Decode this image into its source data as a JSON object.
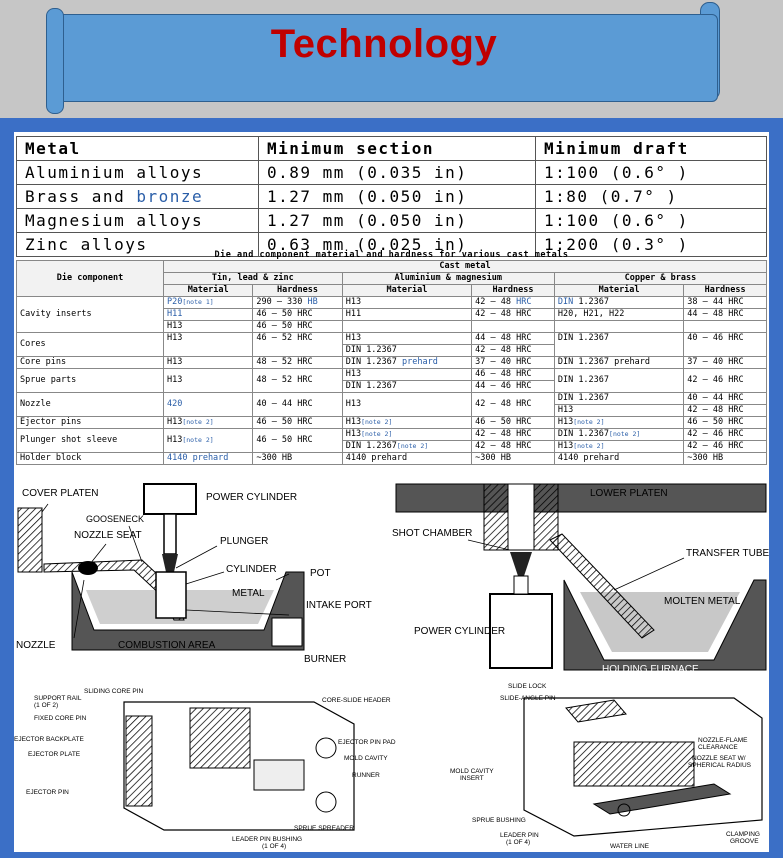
{
  "header": {
    "title": "Technology"
  },
  "section_table": {
    "headers": [
      "Metal",
      "Minimum section",
      "Minimum draft"
    ],
    "rows": [
      {
        "metal_a": "Aluminium alloys",
        "metal_b": "",
        "section": "0.89 mm (0.035 in)",
        "draft": "1:100 (0.6° )"
      },
      {
        "metal_a": "Brass and ",
        "metal_b": "bronze",
        "section": "1.27 mm (0.050 in)",
        "draft": "1:80 (0.7° )"
      },
      {
        "metal_a": "Magnesium alloys",
        "metal_b": "",
        "section": "1.27 mm (0.050 in)",
        "draft": "1:100 (0.6° )"
      },
      {
        "metal_a": "Zinc alloys",
        "metal_b": "",
        "section": "0.63 mm (0.025 in)",
        "draft": "1:200 (0.3° )"
      }
    ]
  },
  "material_table": {
    "caption": "Die and component material and hardness for various cast metals",
    "h_component": "Die component",
    "h_cast": "Cast metal",
    "groups": [
      "Tin, lead & zinc",
      "Aluminium & magnesium",
      "Copper & brass"
    ],
    "sub_material": "Material",
    "sub_hardness": "Hardness",
    "notes": {
      "note1": "[note 1]",
      "note2": "[note 2]"
    },
    "rows": [
      {
        "component": "Cavity inserts",
        "tin_mat": [
          "P20",
          "H11",
          "H13"
        ],
        "tin_hard": [
          "290 – 330 ",
          "46 – 50 HRC",
          "46 – 50 HRC"
        ],
        "tin_hb": "HB",
        "al_mat": [
          "H13",
          "H11",
          ""
        ],
        "al_hard": [
          "42 – 48 ",
          "42 – 48 HRC",
          ""
        ],
        "al_hrc": "HRC",
        "cu_mat": [
          "DIN",
          " 1.2367",
          "H20, H21, H22"
        ],
        "cu_hard": [
          "38 – 44 HRC",
          "44 – 48 HRC"
        ]
      },
      {
        "component": "Cores",
        "tin_mat": "H13",
        "tin_hard": "46 – 52 HRC",
        "al_mat": [
          "H13",
          "DIN 1.2367"
        ],
        "al_hard": [
          "44 – 48 HRC",
          "42 – 48 HRC"
        ],
        "cu_mat": "DIN 1.2367",
        "cu_hard": "40 – 46 HRC"
      },
      {
        "component": "Core pins",
        "tin_mat": "H13",
        "tin_hard": "48 – 52 HRC",
        "al_mat": "DIN 1.2367 ",
        "al_prehard": "prehard",
        "al_hard": "37 – 40 HRC",
        "cu_mat": "DIN 1.2367 prehard",
        "cu_hard": "37 – 40 HRC"
      },
      {
        "component": "Sprue parts",
        "tin_mat": "H13",
        "tin_hard": "48 – 52 HRC",
        "al_mat": [
          "H13",
          "DIN 1.2367"
        ],
        "al_hard": [
          "46 – 48 HRC",
          "44 – 46 HRC"
        ],
        "cu_mat": "DIN 1.2367",
        "cu_hard": "42 – 46 HRC"
      },
      {
        "component": "Nozzle",
        "tin_mat": "420",
        "tin_hard": "40 – 44 HRC",
        "al_mat": "H13",
        "al_hard": "42 – 48 HRC",
        "cu_mat": [
          "DIN 1.2367",
          "H13"
        ],
        "cu_hard": [
          "40 – 44 HRC",
          "42 – 48 HRC"
        ]
      },
      {
        "component": "Ejector pins",
        "tin_mat": "H13",
        "tin_hard": "46 – 50 HRC",
        "al_mat": "H13",
        "al_hard": "46 – 50 HRC",
        "cu_mat": "H13",
        "cu_hard": "46 – 50 HRC"
      },
      {
        "component": "Plunger shot sleeve",
        "tin_mat": "H13",
        "tin_hard": "46 – 50 HRC",
        "al_mat": [
          "H13",
          "DIN 1.2367"
        ],
        "al_hard": [
          "42 – 48 HRC",
          "42 – 48 HRC"
        ],
        "cu_mat": [
          "DIN 1.2367",
          "H13"
        ],
        "cu_hard": [
          "42 – 46 HRC",
          "42 – 46 HRC"
        ]
      },
      {
        "component": "Holder block",
        "tin_mat": "4140 prehard",
        "tin_hard": "~300 HB",
        "al_mat": "4140 prehard",
        "al_hard": "~300 HB",
        "cu_mat": "4140 prehard",
        "cu_hard": "~300 HB"
      }
    ]
  },
  "hot_chamber_diagram": {
    "labels": {
      "cover_platen": "COVER PLATEN",
      "gooseneck": "GOOSENECK",
      "nozzle_seat": "NOZZLE SEAT",
      "power_cylinder": "POWER CYLINDER",
      "plunger": "PLUNGER",
      "cylinder": "CYLINDER",
      "pot": "POT",
      "metal": "METAL",
      "intake_port": "INTAKE PORT",
      "nozzle": "NOZZLE",
      "combustion_area": "COMBUSTION AREA",
      "burner": "BURNER"
    }
  },
  "cold_chamber_diagram": {
    "labels": {
      "lower_platen": "LOWER PLATEN",
      "shot_chamber": "SHOT CHAMBER",
      "transfer_tube": "TRANSFER TUBE",
      "molten_metal": "MOLTEN METAL",
      "power_cylinder": "POWER CYLINDER",
      "holding_furnace": "HOLDING FURNACE"
    }
  },
  "die_left_diagram": {
    "labels": {
      "sliding_core_pin": "SLIDING CORE PIN",
      "support_rail": "SUPPORT RAIL",
      "support_rail_2": "(1 OF 2)",
      "core_slide_header": "CORE-SLIDE HEADER",
      "fixed_core_pin": "FIXED CORE PIN",
      "ejector_backplate": "EJECTOR BACKPLATE",
      "ejector_plate": "EJECTOR PLATE",
      "ejector_pin_pad": "EJECTOR PIN PAD",
      "mold_cavity": "MOLD CAVITY",
      "runner": "RUNNER",
      "ejector_pin": "EJECTOR PIN",
      "sprue_spreader": "SPRUE SPREADER",
      "leader_pin_bushing": "LEADER PIN BUSHING",
      "leader_pin_bushing_2": "(1 OF 4)"
    }
  },
  "die_right_diagram": {
    "labels": {
      "slide_lock": "SLIDE LOCK",
      "slide_angle_pin": "SLIDE-ANGLE PIN",
      "nozzle_flame": "NOZZLE-FLAME",
      "nozzle_flame_2": "CLEARANCE",
      "nozzle_seat": "NOZZLE SEAT W/",
      "nozzle_seat_2": "SPHERICAL RADIUS",
      "mold_cavity": "MOLD CAVITY",
      "mold_cavity_2": "INSERT",
      "sprue_bushing": "SPRUE BUSHING",
      "leader_pin": "LEADER PIN",
      "leader_pin_2": "(1 OF 4)",
      "water_line": "WATER LINE",
      "clamping": "CLAMPING",
      "clamping_2": "GROOVE"
    }
  }
}
